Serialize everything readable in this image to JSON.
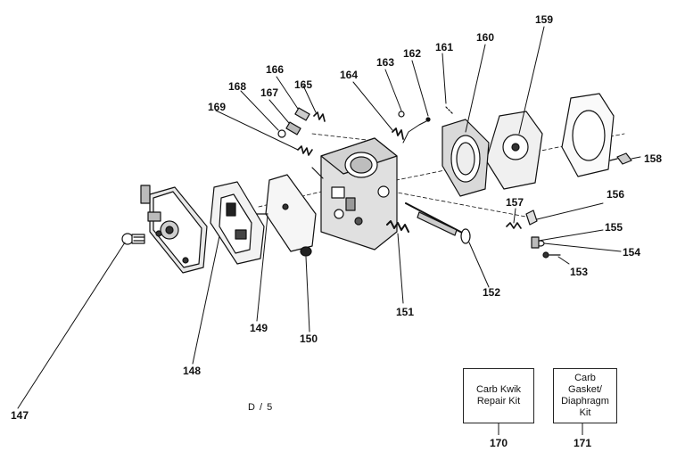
{
  "diagram_code": "D / 5",
  "callouts": {
    "c147": "147",
    "c148": "148",
    "c149": "149",
    "c150": "150",
    "c151": "151",
    "c152": "152",
    "c153": "153",
    "c154": "154",
    "c155": "155",
    "c156": "156",
    "c157": "157",
    "c158": "158",
    "c159": "159",
    "c160": "160",
    "c161": "161",
    "c162": "162",
    "c163": "163",
    "c164": "164",
    "c165": "165",
    "c166": "166",
    "c167": "167",
    "c168": "168",
    "c169": "169"
  },
  "kits": {
    "repair": {
      "lines": [
        "Carb Kwik",
        "Repair Kit"
      ],
      "number": "170"
    },
    "gasket": {
      "lines": [
        "Carb",
        "Gasket/",
        "Diaphragm",
        "Kit"
      ],
      "number": "171"
    }
  }
}
